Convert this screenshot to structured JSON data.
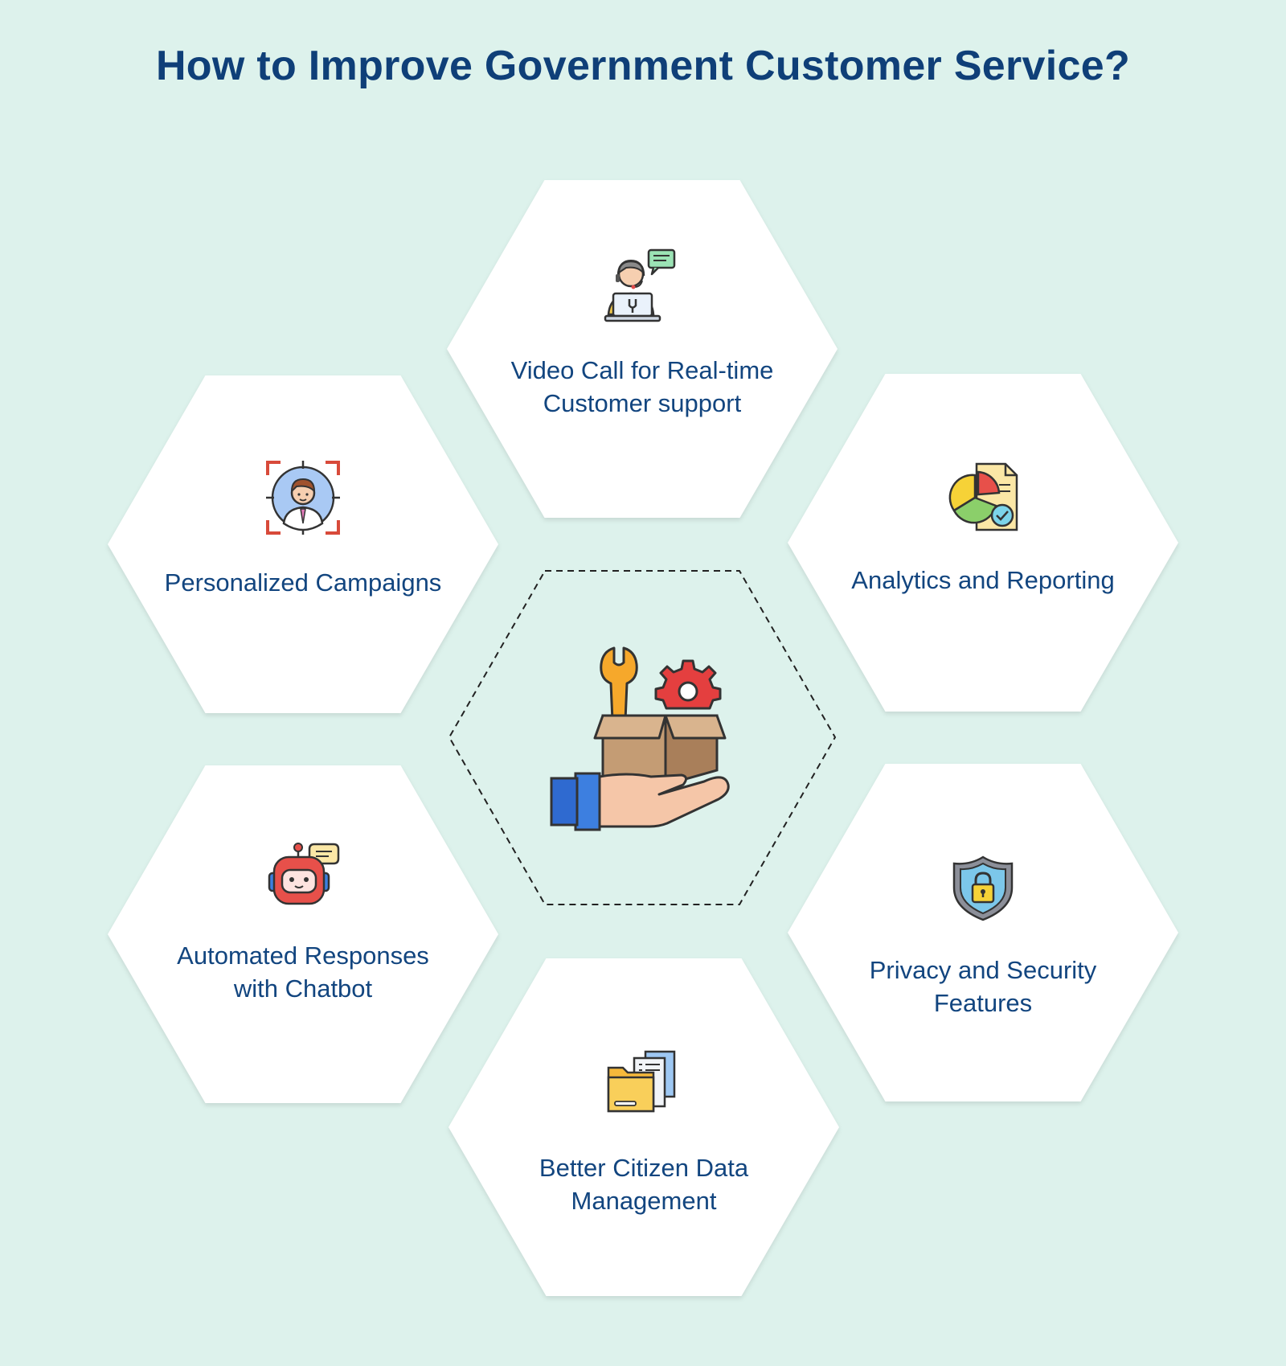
{
  "title": "How to Improve Government Customer Service?",
  "items": [
    {
      "id": "video-call",
      "label": "Video Call for Real-time Customer support",
      "icon": "support-agent-icon"
    },
    {
      "id": "personalized",
      "label": "Personalized Campaigns",
      "icon": "target-person-icon"
    },
    {
      "id": "analytics",
      "label": "Analytics and Reporting",
      "icon": "pie-chart-report-icon"
    },
    {
      "id": "chatbot",
      "label": "Automated Responses with Chatbot",
      "icon": "chatbot-icon"
    },
    {
      "id": "privacy",
      "label": "Privacy and Security Features",
      "icon": "security-shield-icon"
    },
    {
      "id": "data",
      "label": "Better Citizen Data Management",
      "icon": "folder-documents-icon"
    }
  ],
  "center": {
    "icon": "service-box-hand-icon"
  },
  "colors": {
    "background": "#ddf2ec",
    "title": "#0f3f78",
    "label": "#12457f",
    "hex": "#ffffff"
  }
}
